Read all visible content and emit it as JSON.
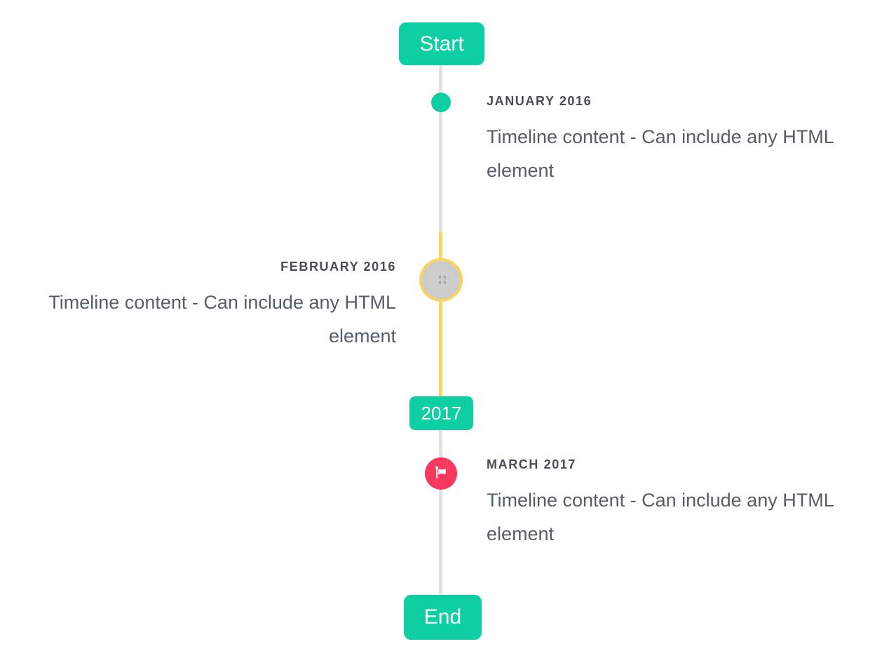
{
  "timeline": {
    "start_label": "Start",
    "end_label": "End",
    "year_badge": "2017",
    "entries": [
      {
        "date": "JANUARY 2016",
        "content": "Timeline content - Can include any HTML element",
        "side": "right",
        "marker": "teal-dot"
      },
      {
        "date": "FEBRUARY 2016",
        "content": "Timeline content - Can include any HTML element",
        "side": "left",
        "marker": "gray-avatar-with-yellow-ring-broken-image-placeholder"
      },
      {
        "date": "MARCH 2017",
        "content": "Timeline content - Can include any HTML element",
        "side": "right",
        "marker": "red-flag-circle"
      }
    ],
    "icons": {
      "flag": "flag-icon",
      "avatar_placeholder": "broken-image-icon"
    },
    "colors": {
      "accent_teal": "#0ecfa4",
      "highlight_yellow": "#fad45f",
      "line_gray": "#e2e2e2",
      "marker_red": "#f7395f",
      "avatar_gray": "#cccccc",
      "date_text": "#454c54",
      "content_text": "#565d64"
    }
  }
}
